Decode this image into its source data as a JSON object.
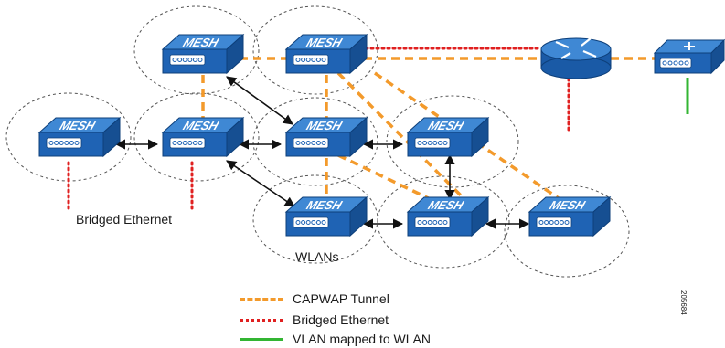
{
  "colors": {
    "capwap": "#f39a2b",
    "bridged": "#e02020",
    "vlan": "#33b533",
    "device_blue": "#1f63b4",
    "device_top": "#3f88d4",
    "coverage": "#555555",
    "arrow": "#111111"
  },
  "device_label": "MESH",
  "labels": {
    "bridged_ethernet": "Bridged Ethernet",
    "wlans": "WLANs",
    "figure_id": "205684"
  },
  "legend": [
    {
      "label": "CAPWAP Tunnel",
      "style": "dashed-orange"
    },
    {
      "label": "Bridged Ethernet",
      "style": "dotted-red"
    },
    {
      "label": "VLAN mapped to WLAN",
      "style": "solid-green"
    }
  ],
  "icons": {
    "router": "router-icon",
    "controller": "controller-icon",
    "mesh_ap": "mesh-access-point-icon"
  }
}
